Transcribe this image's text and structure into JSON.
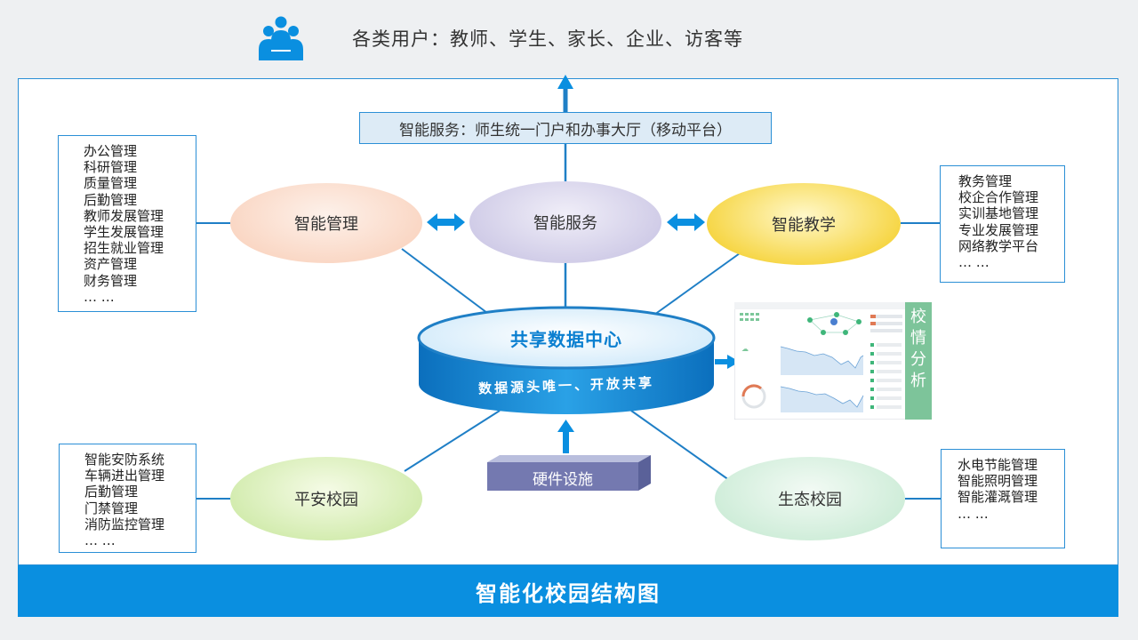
{
  "users": {
    "title": "各类用户：教师、学生、家长、企业、访客等",
    "icon": "users-group-icon",
    "icon_color": "#0a8fe0"
  },
  "service_bar": {
    "label": "智能服务：师生统一门户和办事大厅（移动平台）"
  },
  "nodes": {
    "management": "智能管理",
    "service": "智能服务",
    "teaching": "智能教学",
    "safe_campus": "平安校园",
    "eco_campus": "生态校园"
  },
  "data_center": {
    "title": "共享数据中心",
    "subtitle": "数据源头唯一、开放共享"
  },
  "hardware": {
    "label": "硬件设施"
  },
  "analysis": {
    "label": "校情分析"
  },
  "lists": {
    "management": [
      "办公管理",
      "科研管理",
      "质量管理",
      "后勤管理",
      "教师发展管理",
      "学生发展管理",
      "招生就业管理",
      "资产管理",
      "财务管理",
      "… …"
    ],
    "teaching": [
      "教务管理",
      "校企合作管理",
      "实训基地管理",
      "专业发展管理",
      "网络教学平台",
      "… …"
    ],
    "safe_campus": [
      "智能安防系统",
      "车辆进出管理",
      "后勤管理",
      "门禁管理",
      "消防监控管理",
      "… …"
    ],
    "eco_campus": [
      "水电节能管理",
      "智能照明管理",
      "智能灌溉管理",
      "… …"
    ]
  },
  "footer": {
    "title": "智能化校园结构图"
  },
  "colors": {
    "accent": "#0a8fe0",
    "frame_border": "#2b8fd6",
    "analysis_green": "#7dc49a"
  }
}
